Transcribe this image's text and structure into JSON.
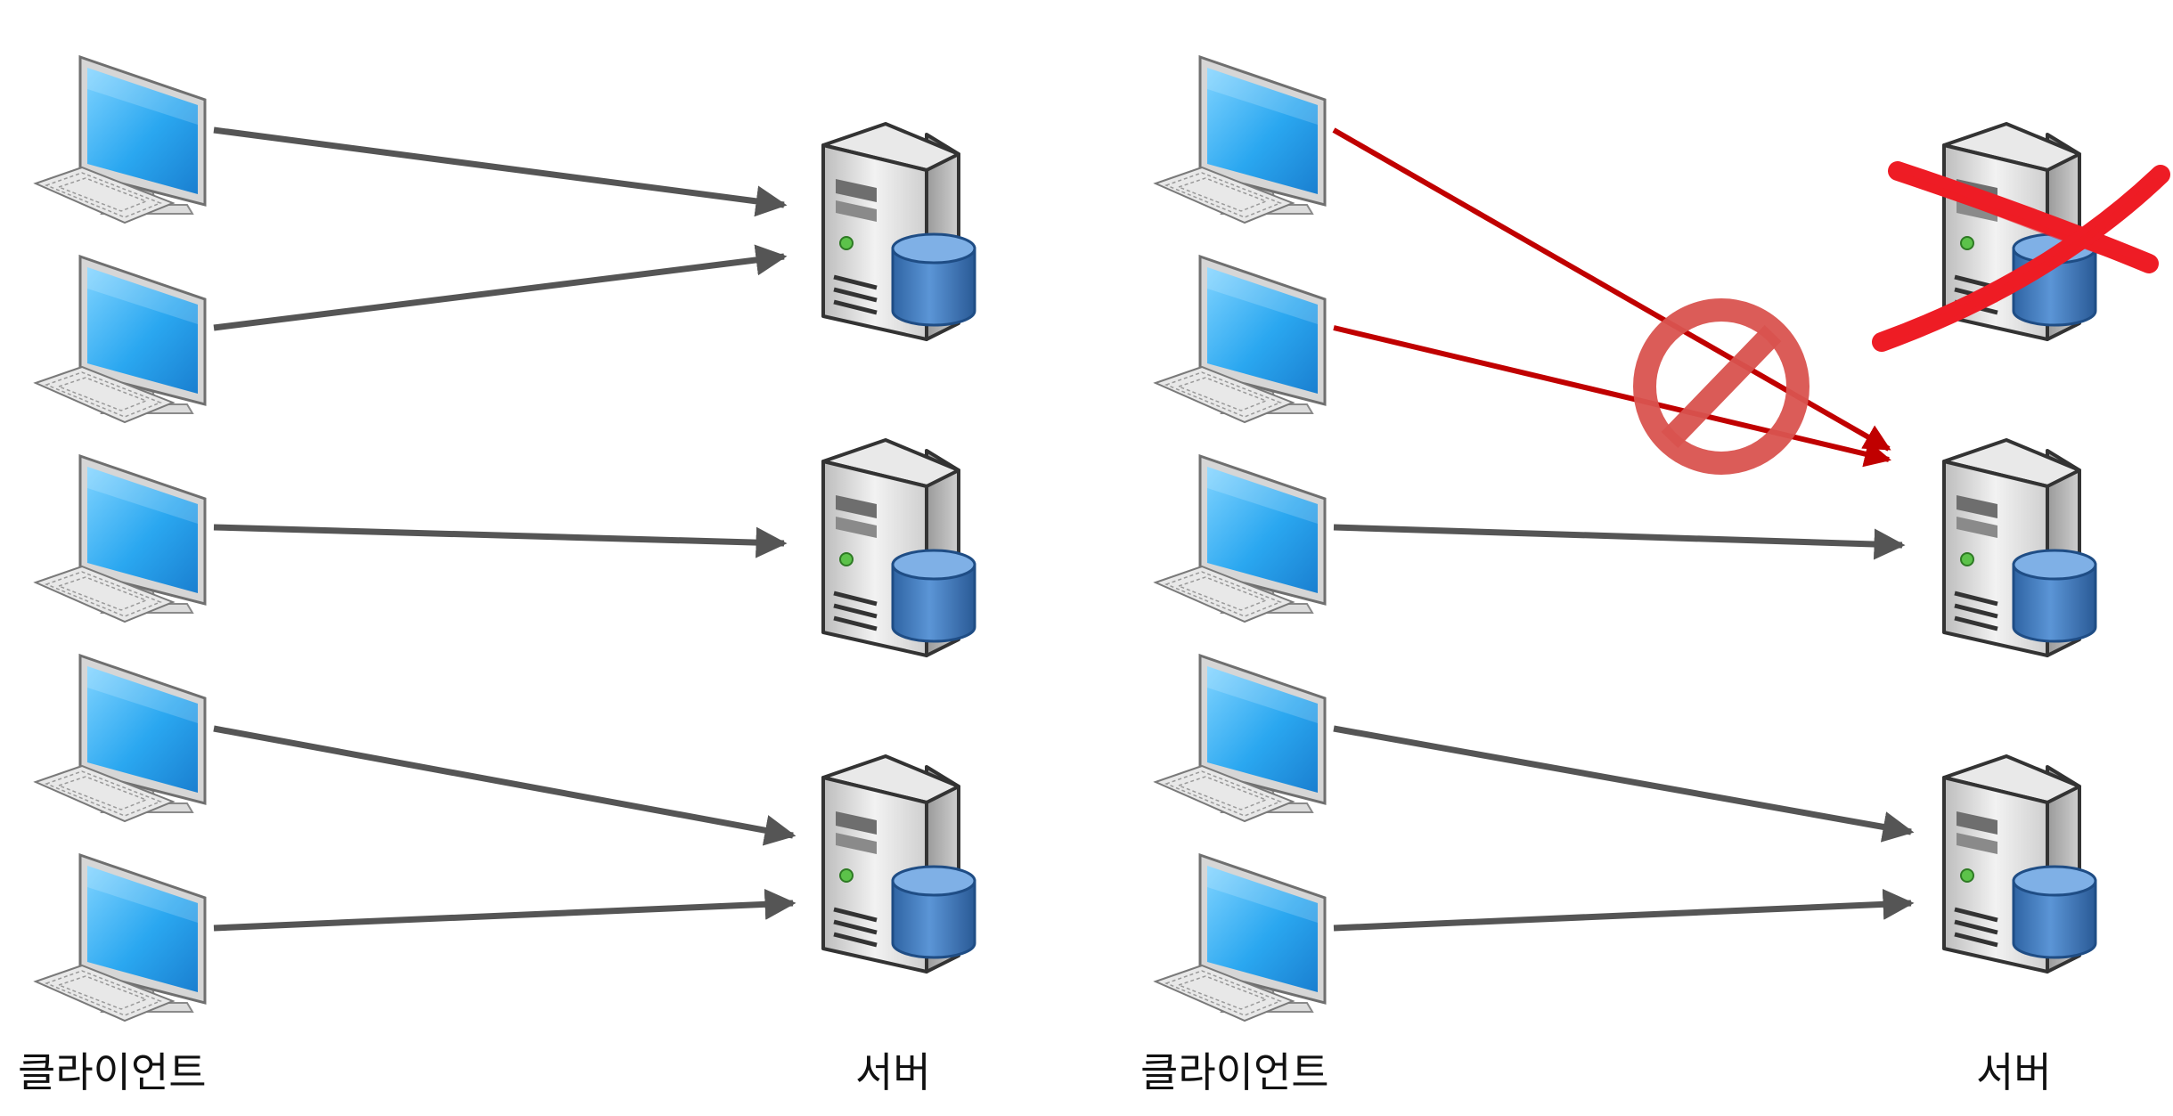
{
  "labels": {
    "client_left": "클라이언트",
    "server_left": "서버",
    "client_right": "클라이언트",
    "server_right": "서버"
  },
  "colors": {
    "arrow_normal": "#555555",
    "arrow_blocked": "#c00000",
    "prohibit_sign": "#d9534f",
    "failure_cross": "#ee1c25",
    "monitor_screen": "#2aa7f0",
    "db_cylinder": "#3f78b5"
  },
  "icons": {
    "client": "desktop-computer-icon",
    "server": "server-database-icon",
    "blocked": "prohibited-icon",
    "failed": "red-x-icon"
  }
}
